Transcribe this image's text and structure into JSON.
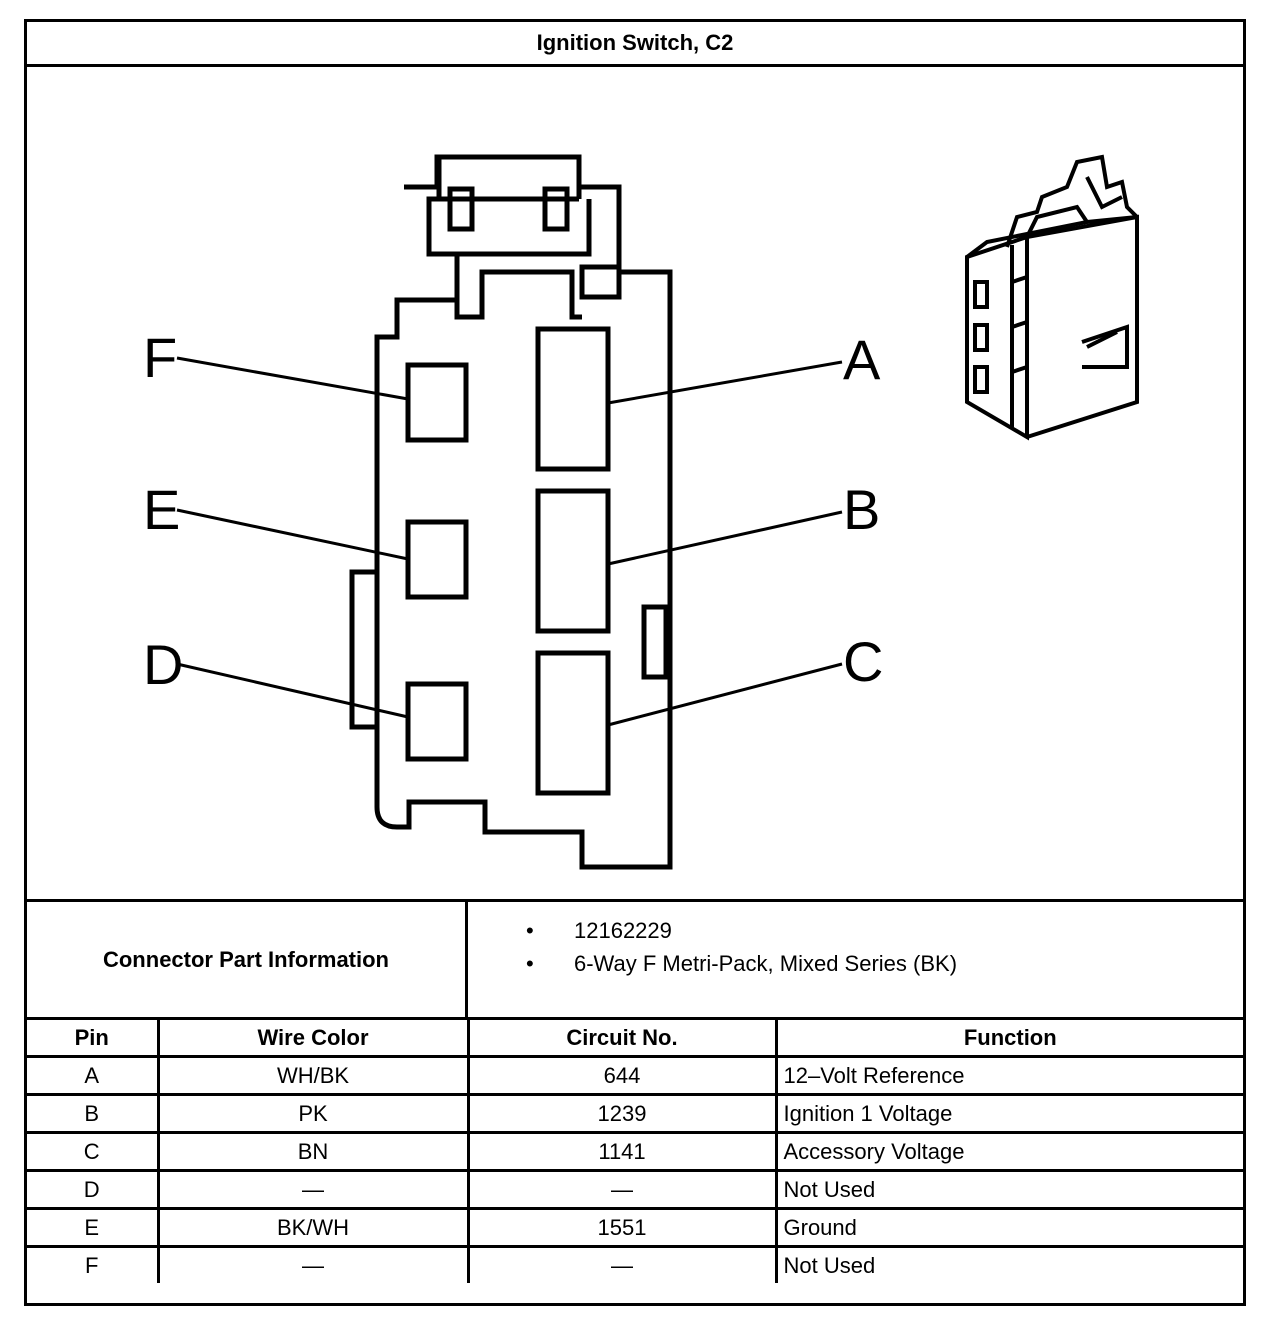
{
  "title": "Ignition Switch, C2",
  "diagram": {
    "pin_labels_left": [
      "F",
      "E",
      "D"
    ],
    "pin_labels_right": [
      "A",
      "B",
      "C"
    ]
  },
  "part_info": {
    "label": "Connector Part Information",
    "items": [
      "12162229",
      "6-Way F Metri-Pack, Mixed Series (BK)"
    ]
  },
  "table": {
    "headers": [
      "Pin",
      "Wire Color",
      "Circuit No.",
      "Function"
    ],
    "rows": [
      {
        "pin": "A",
        "wire_color": "WH/BK",
        "circuit": "644",
        "function": "12–Volt Reference"
      },
      {
        "pin": "B",
        "wire_color": "PK",
        "circuit": "1239",
        "function": "Ignition 1 Voltage"
      },
      {
        "pin": "C",
        "wire_color": "BN",
        "circuit": "1141",
        "function": "Accessory Voltage"
      },
      {
        "pin": "D",
        "wire_color": "—",
        "circuit": "—",
        "function": "Not Used"
      },
      {
        "pin": "E",
        "wire_color": "BK/WH",
        "circuit": "1551",
        "function": "Ground"
      },
      {
        "pin": "F",
        "wire_color": "—",
        "circuit": "—",
        "function": "Not Used"
      }
    ]
  }
}
